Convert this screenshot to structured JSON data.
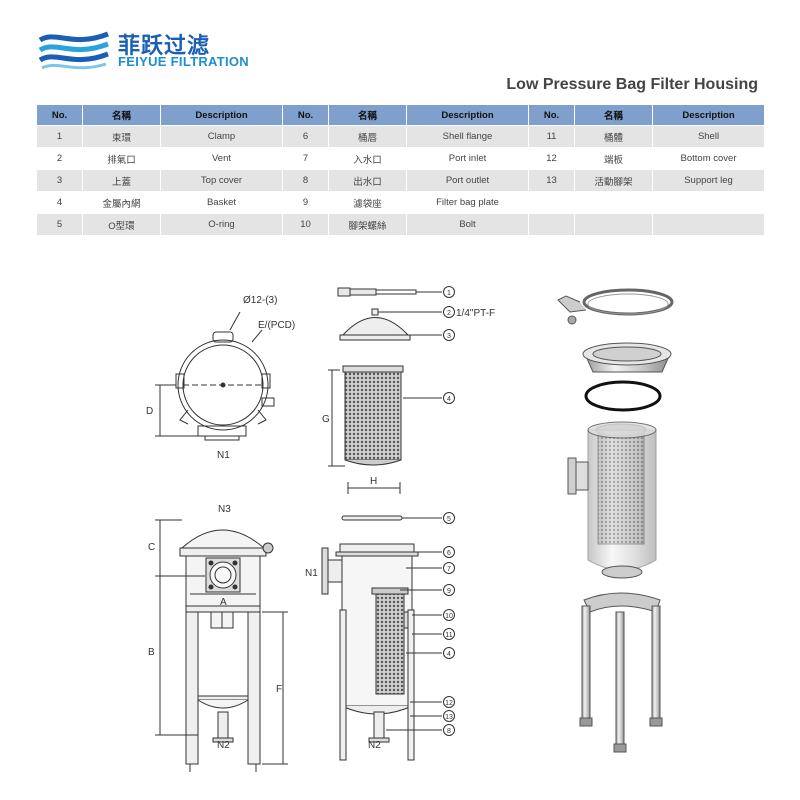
{
  "brand": {
    "name_cn": "菲跃过滤",
    "name_en": "FEIYUE FILTRATION"
  },
  "title": "Low Pressure Bag Filter Housing",
  "table": {
    "headers": [
      "No.",
      "名稱",
      "Description",
      "No.",
      "名稱",
      "Description",
      "No.",
      "名稱",
      "Description"
    ],
    "rows": [
      [
        "1",
        "束環",
        "Clamp",
        "6",
        "桶唇",
        "Shell  flange",
        "11",
        "桶體",
        "Shell"
      ],
      [
        "2",
        "排氣口",
        "Vent",
        "7",
        "入水口",
        "Port inlet",
        "12",
        "端板",
        "Bottom cover"
      ],
      [
        "3",
        "上蓋",
        "Top cover",
        "8",
        "出水口",
        "Port outlet",
        "13",
        "活動腳架",
        "Support  leg"
      ],
      [
        "4",
        "金屬內網",
        "Basket",
        "9",
        "濾袋座",
        "Filter bag plate",
        "",
        "",
        ""
      ],
      [
        "5",
        "O型環",
        "O-ring",
        "10",
        "腳架螺絲",
        "Bolt",
        "",
        "",
        ""
      ]
    ]
  },
  "drawing_labels": {
    "hole": "Ø12-(3)",
    "pcd": "E/(PCD)",
    "d": "D",
    "n1_top": "N1",
    "thread": "1/4\"PT-F",
    "g": "G",
    "h": "H",
    "n3": "N3",
    "c": "C",
    "a": "A",
    "b": "B",
    "f": "F",
    "n2_left": "N2",
    "n1_side": "N1",
    "n2_side": "N2"
  },
  "callouts": [
    "1",
    "2",
    "3",
    "4",
    "5",
    "6",
    "7",
    "9",
    "10",
    "11",
    "4",
    "12",
    "13",
    "8"
  ]
}
